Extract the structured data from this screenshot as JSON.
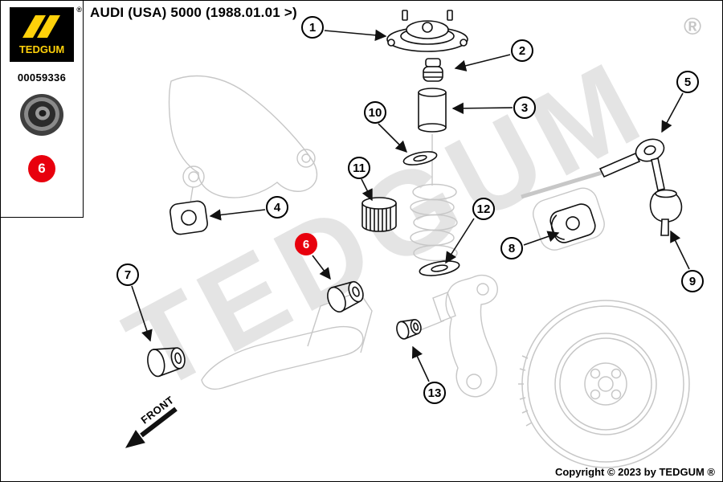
{
  "header": {
    "title": "AUDI (USA) 5000  (1988.01.01 >)"
  },
  "legend": {
    "brand": "TEDGUM",
    "registered_mark": "®",
    "part_number": "00059336",
    "highlighted_callout": "6",
    "part_thumbnail": "bushing-photo"
  },
  "watermark": {
    "text": "TEDGUM",
    "registered_mark": "®"
  },
  "diagram": {
    "front_label": "FRONT",
    "callouts": [
      {
        "number": "1"
      },
      {
        "number": "2"
      },
      {
        "number": "3"
      },
      {
        "number": "4"
      },
      {
        "number": "5"
      },
      {
        "number": "6",
        "highlight": true
      },
      {
        "number": "7"
      },
      {
        "number": "8"
      },
      {
        "number": "9"
      },
      {
        "number": "10"
      },
      {
        "number": "11"
      },
      {
        "number": "12"
      },
      {
        "number": "13"
      }
    ]
  },
  "footer": {
    "copyright": "Copyright © 2023 by TEDGUM ®"
  },
  "colors": {
    "highlight_red": "#e8000d",
    "brand_yellow": "#ffd10a",
    "sketch_gray": "#c7c7c7",
    "line_black": "#111111"
  }
}
